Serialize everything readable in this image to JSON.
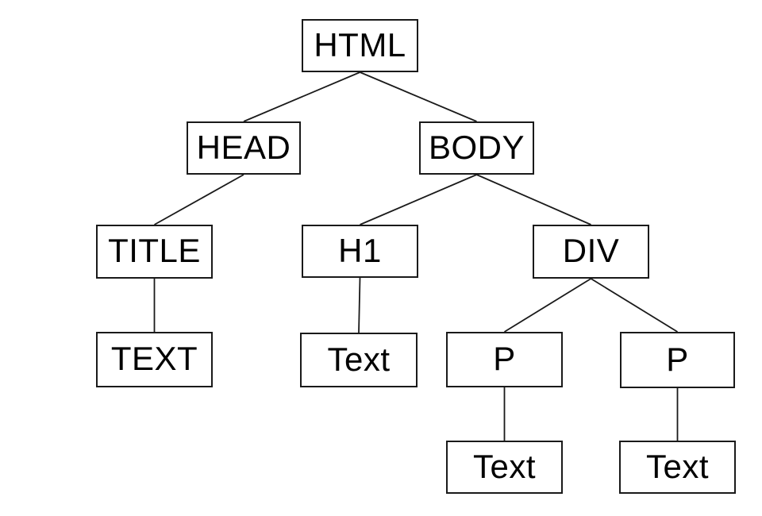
{
  "diagram": {
    "kind": "dom-tree",
    "colors": {
      "background": "#ffffff",
      "box_fill": "#ffffff",
      "box_border": "#1a1a1a",
      "edge_line": "#1a1a1a",
      "text": "#000000"
    },
    "nodes": {
      "html": {
        "label": "HTML"
      },
      "head": {
        "label": "HEAD"
      },
      "body": {
        "label": "BODY"
      },
      "title": {
        "label": "TITLE"
      },
      "h1": {
        "label": "H1"
      },
      "div": {
        "label": "DIV"
      },
      "text_title": {
        "label": "TEXT"
      },
      "text_h1": {
        "label": "Text"
      },
      "p1": {
        "label": "P"
      },
      "p2": {
        "label": "P"
      },
      "text_p1": {
        "label": "Text"
      },
      "text_p2": {
        "label": "Text"
      }
    },
    "edges": [
      {
        "from": "html",
        "to": "head"
      },
      {
        "from": "html",
        "to": "body"
      },
      {
        "from": "head",
        "to": "title"
      },
      {
        "from": "body",
        "to": "h1"
      },
      {
        "from": "body",
        "to": "div"
      },
      {
        "from": "title",
        "to": "text_title"
      },
      {
        "from": "h1",
        "to": "text_h1"
      },
      {
        "from": "div",
        "to": "p1"
      },
      {
        "from": "div",
        "to": "p2"
      },
      {
        "from": "p1",
        "to": "text_p1"
      },
      {
        "from": "p2",
        "to": "text_p2"
      }
    ]
  }
}
